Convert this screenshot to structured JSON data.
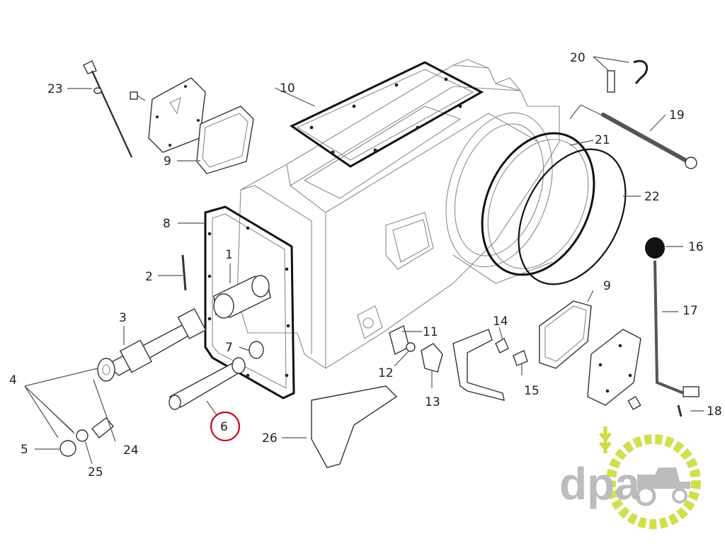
{
  "callouts": [
    "1",
    "2",
    "3",
    "4",
    "5",
    "6",
    "7",
    "8",
    "9",
    "9",
    "10",
    "11",
    "12",
    "13",
    "14",
    "15",
    "16",
    "17",
    "18",
    "19",
    "20",
    "21",
    "22",
    "23",
    "24",
    "25",
    "26"
  ],
  "highlight": {
    "label": "6",
    "color": "#d0021b"
  },
  "logo": {
    "text": "dpa",
    "text_color": "#b5b5b5",
    "accent_color": "#cddc39",
    "wheat_color": "#c9d82b"
  }
}
